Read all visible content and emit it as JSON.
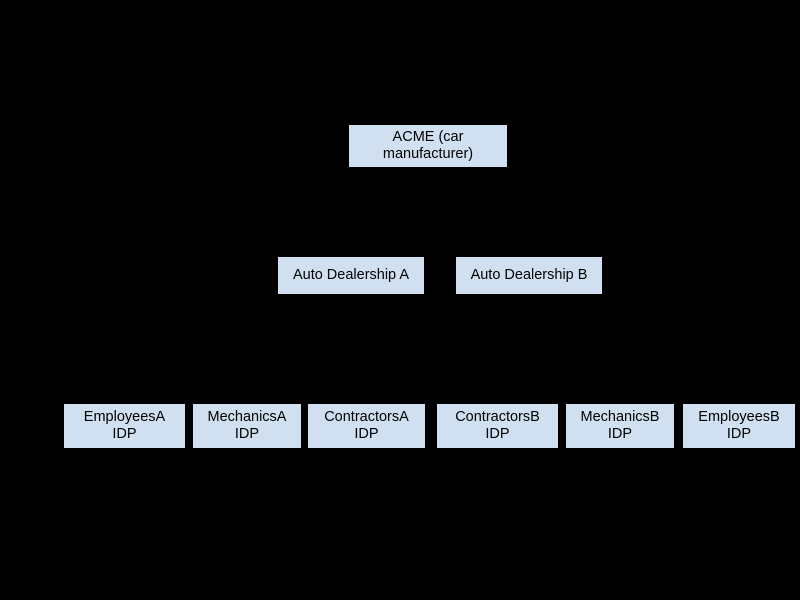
{
  "diagram": {
    "background_color": "#000000",
    "node_fill_color": "#d0e0f0",
    "node_border_color": "#000000",
    "text_color": "#000000",
    "edge_color": "#000000",
    "root": {
      "label": "ACME (car manufacturer)"
    },
    "mid_level": [
      {
        "label": "Auto Dealership A"
      },
      {
        "label": "Auto Dealership B"
      }
    ],
    "leaf_level": [
      {
        "label": "EmployeesA\nIDP"
      },
      {
        "label": "MechanicsA\nIDP"
      },
      {
        "label": "ContractorsA\nIDP"
      },
      {
        "label": "ContractorsB\nIDP"
      },
      {
        "label": "MechanicsB\nIDP"
      },
      {
        "label": "EmployeesB\nIDP"
      }
    ]
  }
}
